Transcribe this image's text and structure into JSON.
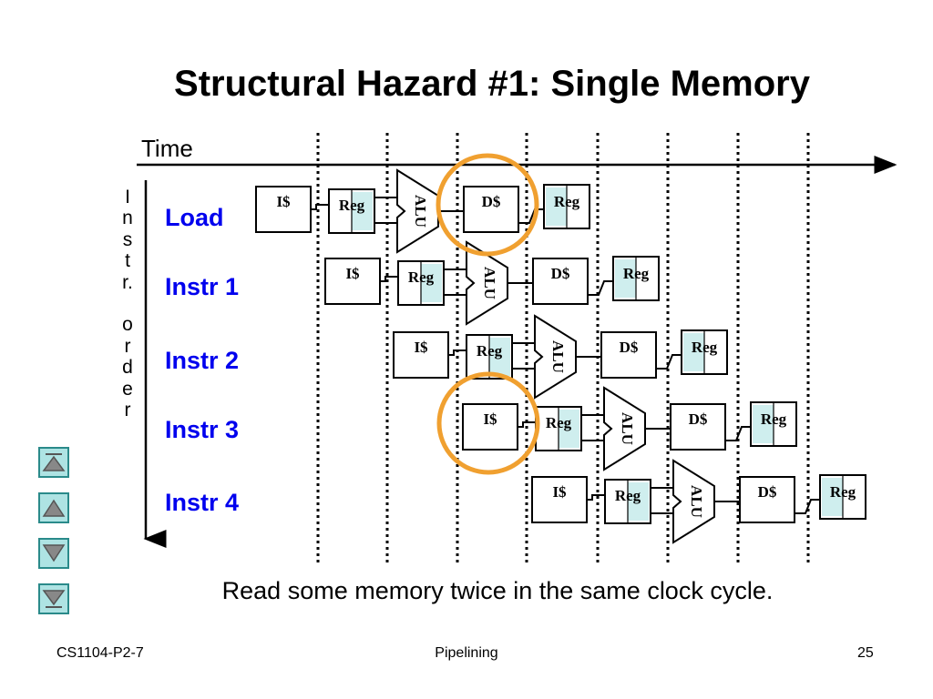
{
  "slide": {
    "title": "Structural Hazard #1: Single Memory",
    "time_label": "Time",
    "order_label": [
      "I",
      "n",
      "s",
      "t",
      "r.",
      "",
      "o",
      "r",
      "d",
      "e",
      "r"
    ],
    "instructions": [
      "Load",
      "Instr 1",
      "Instr 2",
      "Instr 3",
      "Instr 4"
    ],
    "stages": {
      "imem": "I$",
      "reg": "Reg",
      "alu": "ALU",
      "dmem": "D$",
      "wb": "Reg"
    },
    "caption": "Read some memory twice in the same clock cycle.",
    "highlight_color": "#f0a030"
  },
  "footer": {
    "left": "CS1104-P2-7",
    "center": "Pipelining",
    "right": "25"
  },
  "nav": {
    "buttons": [
      "first-slide",
      "previous-slide",
      "next-slide",
      "last-slide"
    ],
    "icons": [
      "triangle-up-bar-icon",
      "triangle-up-icon",
      "triangle-down-icon",
      "triangle-down-bar-icon"
    ]
  }
}
